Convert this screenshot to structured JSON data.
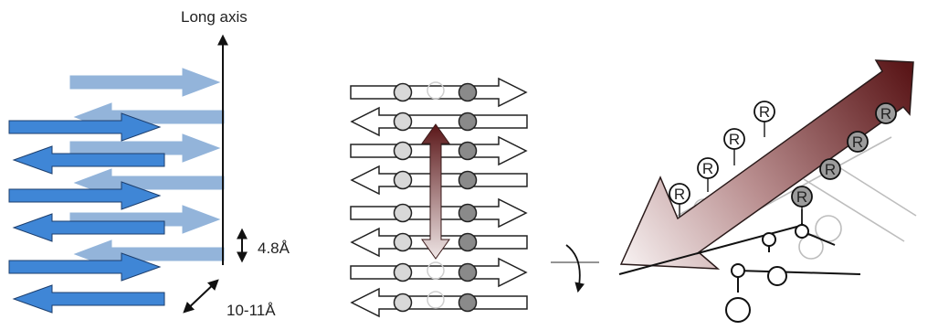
{
  "labels": {
    "long_axis": "Long axis",
    "stack_spacing": "4.8Å",
    "sheet_spacing": "10-11Å",
    "residue": "R"
  },
  "colors": {
    "front_strand": "#3f86d6",
    "back_strand": "#93b4da",
    "dark_red": "#5a1618",
    "pale_arrow": "#f5eeee"
  }
}
